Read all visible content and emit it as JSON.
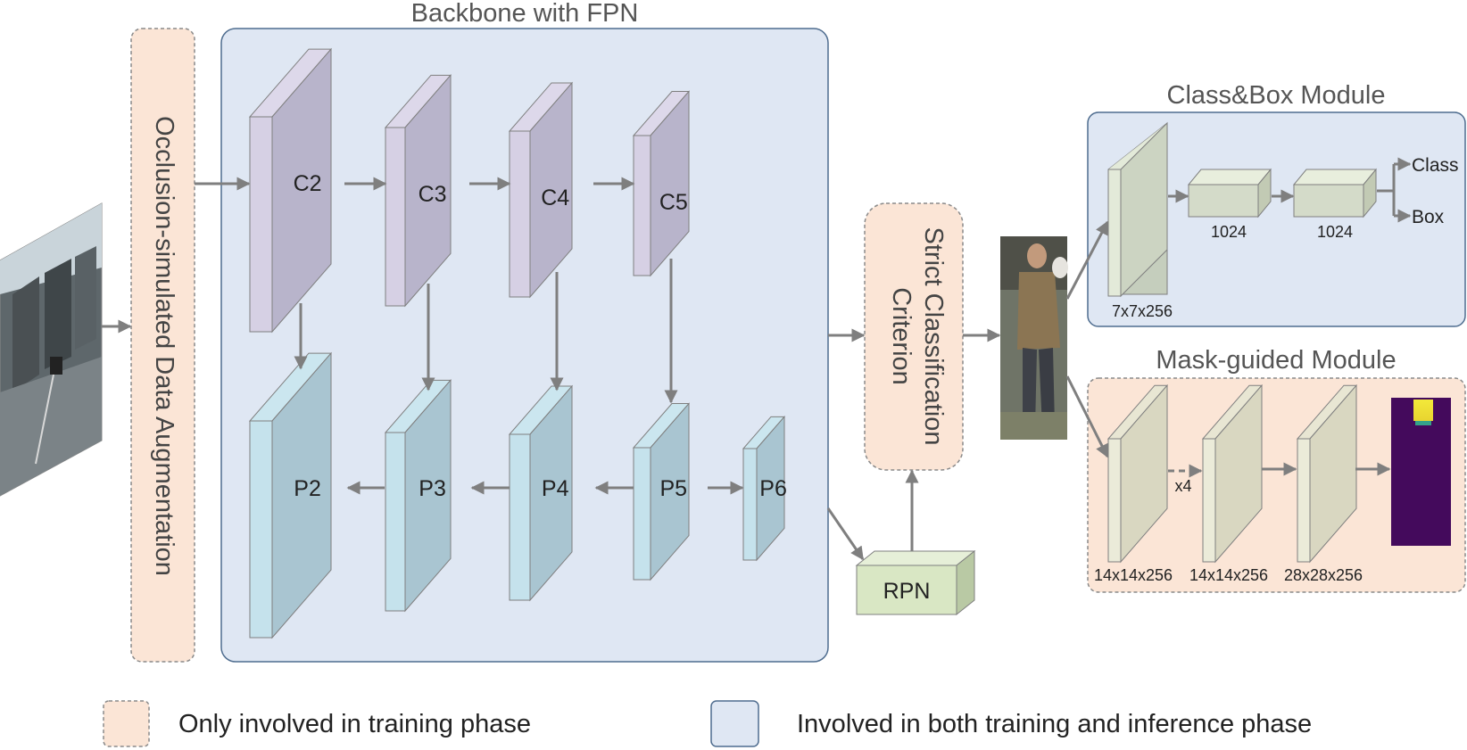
{
  "backbone": {
    "title": "Backbone with FPN",
    "c_layers": [
      "C2",
      "C3",
      "C4",
      "C5"
    ],
    "p_layers": [
      "P2",
      "P3",
      "P4",
      "P5",
      "P6"
    ]
  },
  "augmentation": {
    "label": "Occlusion-simulated Data Augmentation"
  },
  "criterion": {
    "line1": "Strict Classification",
    "line2": "Criterion"
  },
  "rpn": {
    "label": "RPN"
  },
  "class_box_module": {
    "title": "Class&Box Module",
    "input_dim": "7x7x256",
    "fc_dims": [
      "1024",
      "1024"
    ],
    "outputs": [
      "Class",
      "Box"
    ]
  },
  "mask_module": {
    "title": "Mask-guided Module",
    "dims": [
      "14x14x256",
      "14x14x256",
      "28x28x256"
    ],
    "repeat": "x4"
  },
  "legend": {
    "training_only": "Only involved in training phase",
    "both_phases": "Involved in both training and inference phase"
  },
  "colors": {
    "training_fill": "#fbe5d6",
    "both_fill": "#dfe7f3",
    "c_layer_front": "#b8b4cb",
    "c_layer_side": "#d6d0e4",
    "p_layer_front": "#a9c5d1",
    "p_layer_side": "#c5e2ec",
    "rpn_fill": "#d9e7c4",
    "head_block_fill": "#d4dbc9",
    "mask_block_fill": "#d9d7c1",
    "arrow": "#7f7f7f"
  }
}
